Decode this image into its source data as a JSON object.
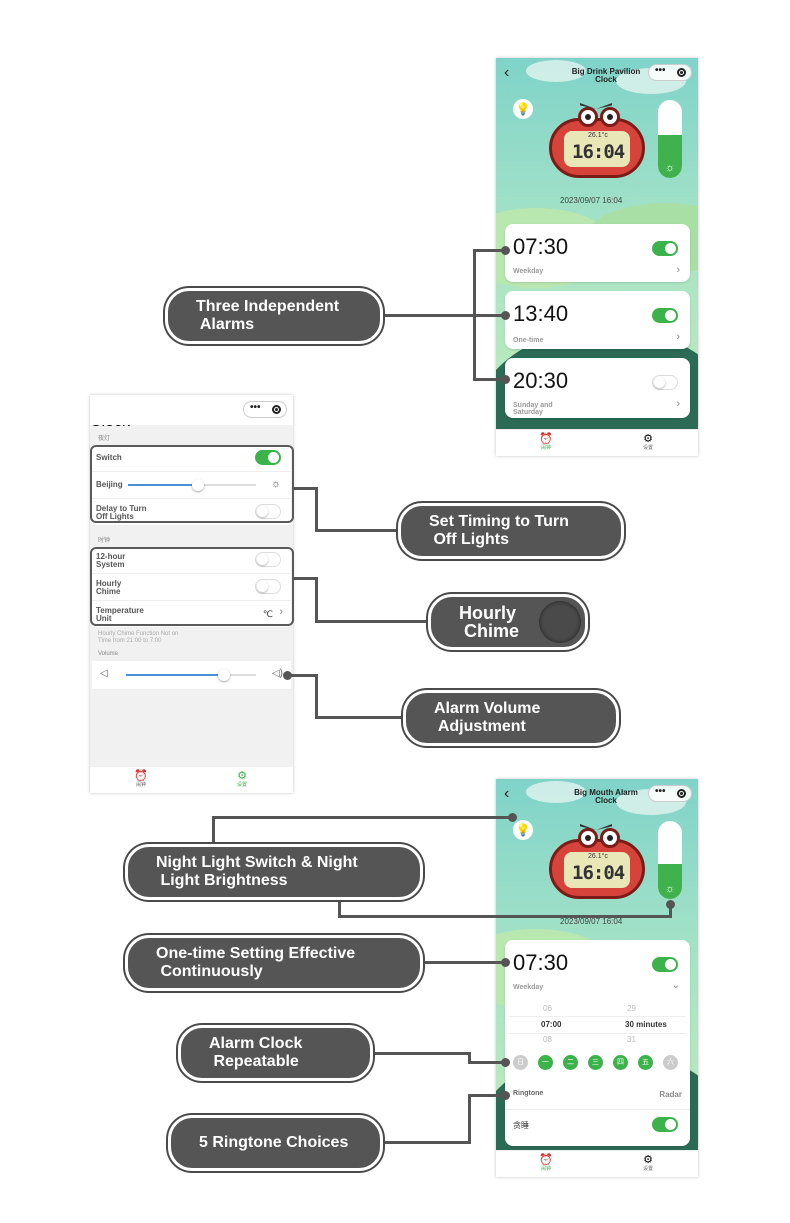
{
  "phone_alarms": {
    "title": "Big Drink Pavilion\nClock",
    "date": "2023/09/07 16:04",
    "clock_time": "16:04",
    "clock_temp": "26.1°c",
    "alarms": [
      {
        "time": "07:30",
        "repeat": "Weekday",
        "enabled": true
      },
      {
        "time": "13:40",
        "repeat": "One-time",
        "enabled": true
      },
      {
        "time": "20:30",
        "repeat": "Sunday and\nSaturday",
        "enabled": false
      }
    ],
    "tabs": [
      {
        "label": "闹钟"
      },
      {
        "label": "设置"
      }
    ],
    "brightness": 0.55
  },
  "phone_settings": {
    "title": "Big Mouth Idle\nClock",
    "section_night": "夜灯",
    "switch_label": "Switch",
    "beijing_label": "Beijing",
    "delay_label": "Delay to Turn\nOff Lights",
    "section_clock": "时钟",
    "hour12_label": "12-hour\nSystem",
    "hourly_label": "Hourly\nChime",
    "temp_label": "Temperature\nUnit",
    "temp_value": "℃",
    "hourly_note": "Hourly Chime Function Not on\nTime from 21:00 to 7:00",
    "volume_label": "Volume",
    "brightness": 0.55,
    "volume": 0.75,
    "tabs": [
      {
        "label": "闹钟"
      },
      {
        "label": "设置"
      }
    ]
  },
  "phone_edit": {
    "title": "Big Mouth Alarm\nClock",
    "date": "2023/09/07 16:04",
    "clock_time": "16:04",
    "clock_temp": "26.1°c",
    "alarm_time": "07:30",
    "repeat": "Weekday",
    "picker_hours": [
      "06",
      "07:00",
      "08"
    ],
    "picker_minutes": [
      "29",
      "30 minutes",
      "31"
    ],
    "days": [
      {
        "label": "日",
        "active": false
      },
      {
        "label": "一",
        "active": true
      },
      {
        "label": "二",
        "active": true
      },
      {
        "label": "三",
        "active": true
      },
      {
        "label": "四",
        "active": true
      },
      {
        "label": "五",
        "active": true
      },
      {
        "label": "六",
        "active": false
      }
    ],
    "ringtone_label": "Ringtone",
    "ringtone_value": "Radar",
    "snooze_label": "贪睡",
    "tabs": [
      {
        "label": "闹钟"
      },
      {
        "label": "设置"
      }
    ],
    "brightness": 0.45
  },
  "callouts": {
    "three_alarms": "Three Independent\n Alarms",
    "timing_lights": "Set Timing to Turn\n Off Lights",
    "hourly_chime": "Hourly\n Chime",
    "alarm_volume": "Alarm Volume\n Adjustment",
    "night_light": "Night Light Switch & Night\n Light Brightness",
    "one_time": "One-time Setting Effective\n Continuously",
    "repeatable": "Alarm Clock\n Repeatable",
    "ringtones": "5 Ringtone Choices"
  },
  "colors": {
    "accent_green": "#3bb34a",
    "callout_gray": "#555555",
    "clock_red": "#d6433a"
  }
}
